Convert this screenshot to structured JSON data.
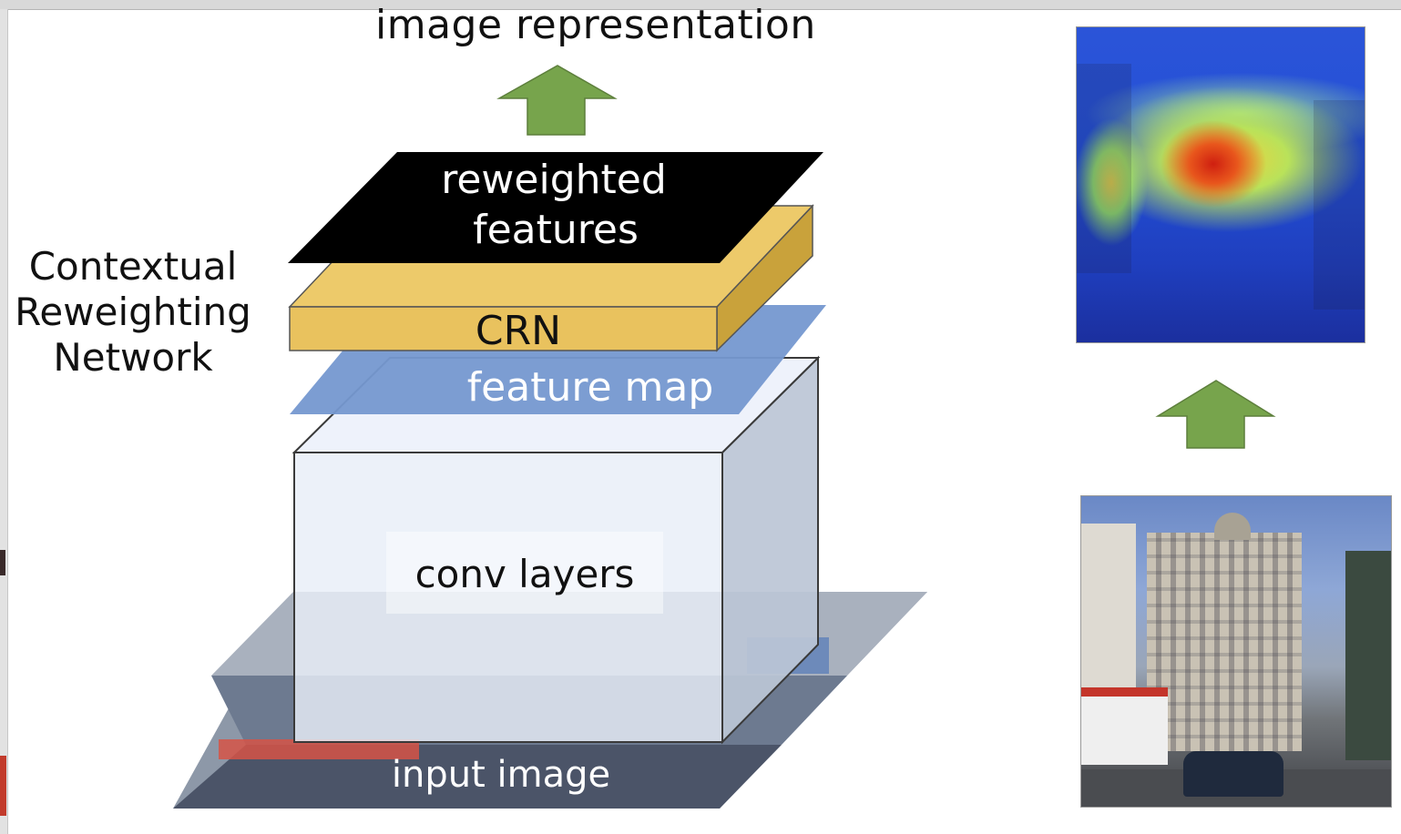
{
  "title_top": "image representation",
  "crn_side_label": {
    "line1": "Contextual",
    "line2": "Reweighting",
    "line3": "Network"
  },
  "layers": {
    "reweighted_line1": "reweighted",
    "reweighted_line2": "features",
    "crn": "CRN",
    "feature_map": "feature map",
    "conv_layers": "conv layers",
    "input_image": "input image"
  },
  "colors": {
    "arrow": "#77a44c",
    "reweighted": "#000000",
    "crn": "#e9c25e",
    "feature_map": "#7598d0",
    "conv_box": "#e8eef8"
  },
  "images": {
    "heatmap": "attention-heatmap-image",
    "street": "street-scene-image"
  }
}
